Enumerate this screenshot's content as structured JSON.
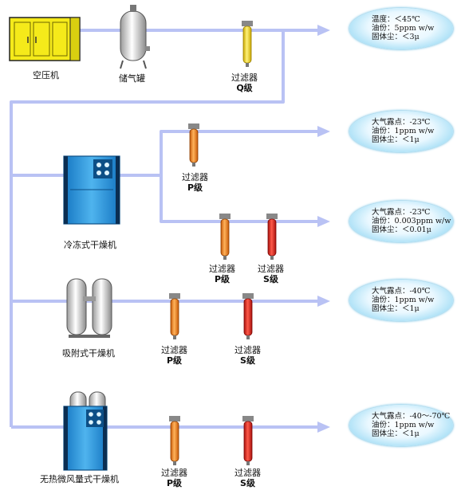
{
  "equipment": {
    "compressor": "空压机",
    "tank": "储气罐",
    "refrigerated_dryer": "冷冻式干燥机",
    "adsorption_dryer": "吸附式干燥机",
    "heatless_dryer": "无热微风量式干燥机"
  },
  "filters": {
    "name": "过滤器",
    "q_grade": "Q级",
    "p_grade": "P级",
    "s_grade": "S级"
  },
  "outputs": [
    {
      "line1": "温度：＜45℃",
      "line2": "油份：5ppm w/w",
      "line3": "固体尘：＜3μ"
    },
    {
      "line1": "大气露点：-23℃",
      "line2": "油份：1ppm w/w",
      "line3": "固体尘：＜1μ"
    },
    {
      "line1": "大气露点：-23℃",
      "line2": "油份：0.003ppm w/w",
      "line3": "固体尘：＜0.01μ"
    },
    {
      "line1": "大气露点：-40℃",
      "line2": "油份：1ppm w/w",
      "line3": "固体尘：＜1μ"
    },
    {
      "line1": "大气露点：-40～-70℃",
      "line2": "油份：1ppm w/w",
      "line3": "固体尘：＜1μ"
    }
  ],
  "colors": {
    "pipe": "#b9c2f4",
    "compressor_body": "#f5ea1a",
    "dryer_body": "#1e8fd6",
    "filter_orange": "#f08a1c",
    "filter_red": "#e0231c",
    "filter_yellow": "#f5d21a",
    "bubble": "#5bc3ea"
  }
}
